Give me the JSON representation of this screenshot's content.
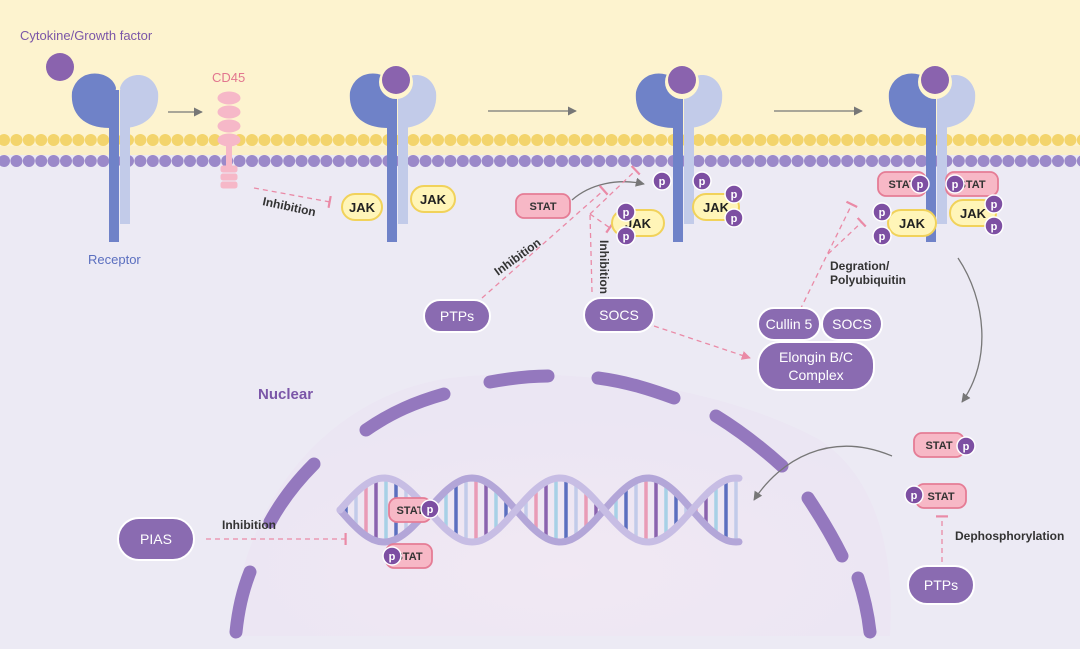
{
  "labels": {
    "ligand": "Cytokine/Growth factor",
    "cd45": "CD45",
    "receptor": "Receptor",
    "nuclear": "Nuclear",
    "inhibition": "Inhibition",
    "degradation_line1": "Degration/",
    "degradation_line2": "Polyubiquitin",
    "dephosphorylation": "Dephosphorylation"
  },
  "proteins": {
    "jak": "JAK",
    "stat": "STAT",
    "p": "p",
    "ptps": "PTPs",
    "socs": "SOCS",
    "cullin5": "Cullin 5",
    "elongin_line1": "Elongin B/C",
    "elongin_line2": "Complex",
    "pias": "PIAS"
  },
  "colors": {
    "extracellular": "#fdf3cf",
    "cytoplasm": "#eceaf4",
    "membrane_top": "#f3d46c",
    "membrane_bottom": "#9b89c9",
    "receptor_dark": "#6f82c8",
    "receptor_light": "#c2cbe9",
    "ligand": "#8a63ae",
    "jak_fill": "#fff5b8",
    "jak_stroke": "#f1d25a",
    "stat_fill": "#f7b8c6",
    "stat_stroke": "#e57c95",
    "phospho": "#7d4fa2",
    "pill": "#8a6bb1",
    "inhibition_line": "#ea8aa6",
    "label_purple": "#7b56a8",
    "label_pink": "#e2768f",
    "label_blue": "#5b6fbf",
    "nucleus": "#9478be"
  }
}
